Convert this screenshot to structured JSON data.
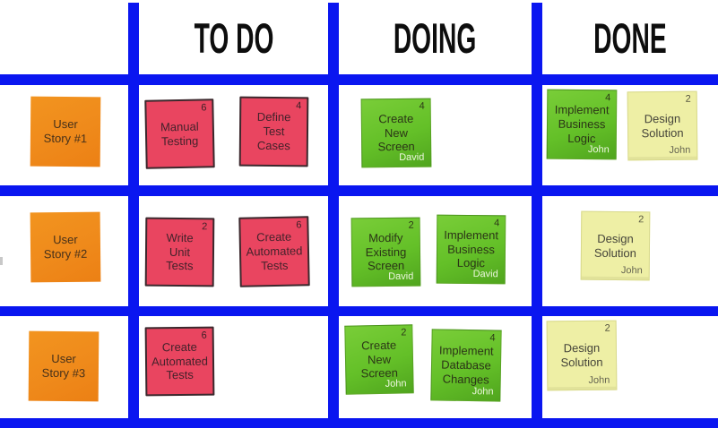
{
  "columns": [
    {
      "label": "TO DO"
    },
    {
      "label": "DOING"
    },
    {
      "label": "DONE"
    }
  ],
  "colors": {
    "grid_blue": "#0A16F0",
    "note_orange": "#EF8A1B",
    "note_pink": "#E94560",
    "note_green": "#64C028",
    "note_yellow": "#EEEFA5",
    "header_text": "#0D0D0D"
  },
  "notes": [
    {
      "text": "User\nStory #1",
      "color": "orange"
    },
    {
      "text": "Manual\nTesting",
      "points": "6",
      "color": "pink"
    },
    {
      "text": "Define\nTest\nCases",
      "points": "4",
      "color": "pink"
    },
    {
      "text": "Create\nNew\nScreen",
      "points": "4",
      "assignee": "David",
      "color": "green"
    },
    {
      "text": "Implement\nBusiness\nLogic",
      "points": "4",
      "assignee": "John",
      "color": "green"
    },
    {
      "text": "Design\nSolution",
      "points": "2",
      "assignee": "John",
      "color": "yellow"
    },
    {
      "text": "User\nStory #2",
      "color": "orange"
    },
    {
      "text": "Write\nUnit\nTests",
      "points": "2",
      "color": "pink"
    },
    {
      "text": "Create\nAutomated\nTests",
      "points": "6",
      "color": "pink"
    },
    {
      "text": "Modify\nExisting\nScreen",
      "points": "2",
      "assignee": "David",
      "color": "green"
    },
    {
      "text": "Implement\nBusiness\nLogic",
      "points": "4",
      "assignee": "David",
      "color": "green"
    },
    {
      "text": "Design\nSolution",
      "points": "2",
      "assignee": "John",
      "color": "yellow"
    },
    {
      "text": "User\nStory #3",
      "color": "orange"
    },
    {
      "text": "Create\nAutomated\nTests",
      "points": "6",
      "color": "pink"
    },
    {
      "text": "Create\nNew\nScreen",
      "points": "2",
      "assignee": "John",
      "color": "green"
    },
    {
      "text": "Implement\nDatabase\nChanges",
      "points": "4",
      "assignee": "John",
      "color": "green"
    },
    {
      "text": "Design\nSolution",
      "points": "2",
      "assignee": "John",
      "color": "yellow"
    }
  ]
}
